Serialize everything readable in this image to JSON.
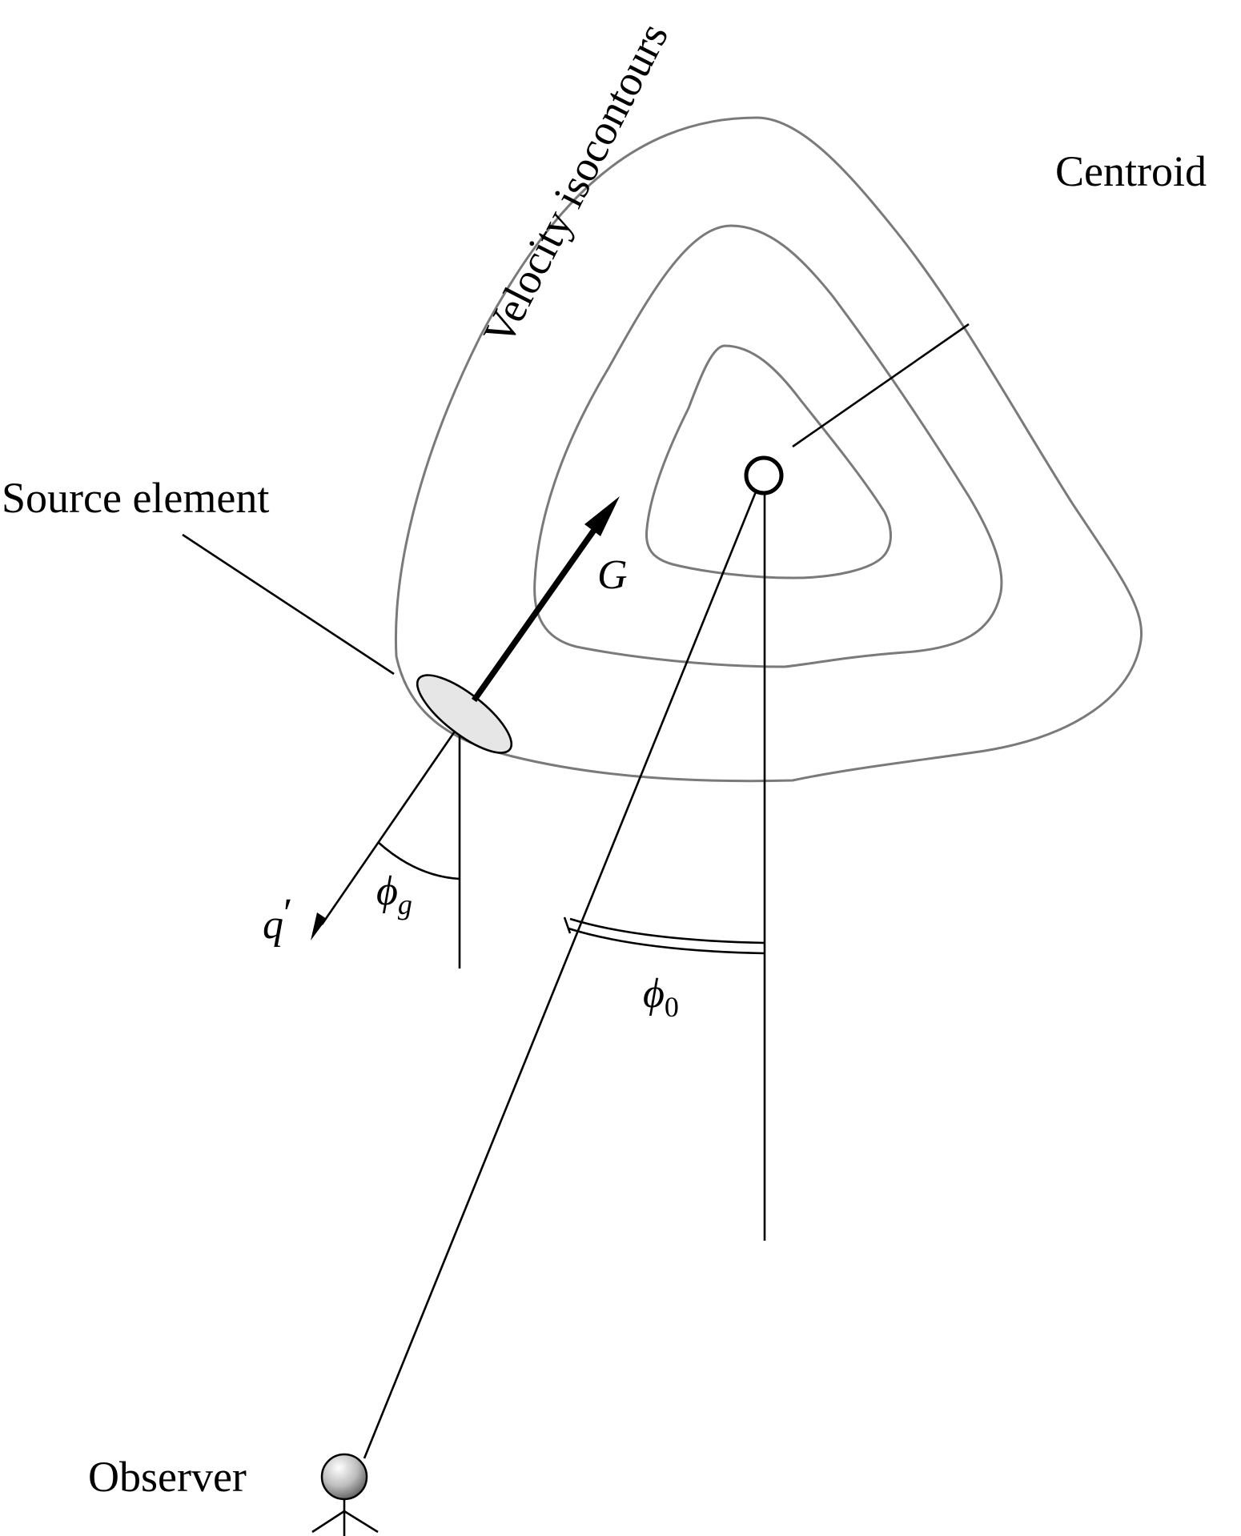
{
  "labels": {
    "isocontours": "Velocity isocontours",
    "centroid": "Centroid",
    "source": "Source element",
    "observer": "Observer"
  },
  "math": {
    "gradient": "G",
    "q_symbol": "q",
    "q_prime": "′",
    "phi_g_base": "ϕ",
    "phi_g_sub": "g",
    "phi_0_base": "ϕ",
    "phi_0_sub": "0"
  },
  "colors": {
    "contour": "#7a7a7a",
    "ink": "#000000",
    "ellipse_fill": "#e6e6e6"
  }
}
